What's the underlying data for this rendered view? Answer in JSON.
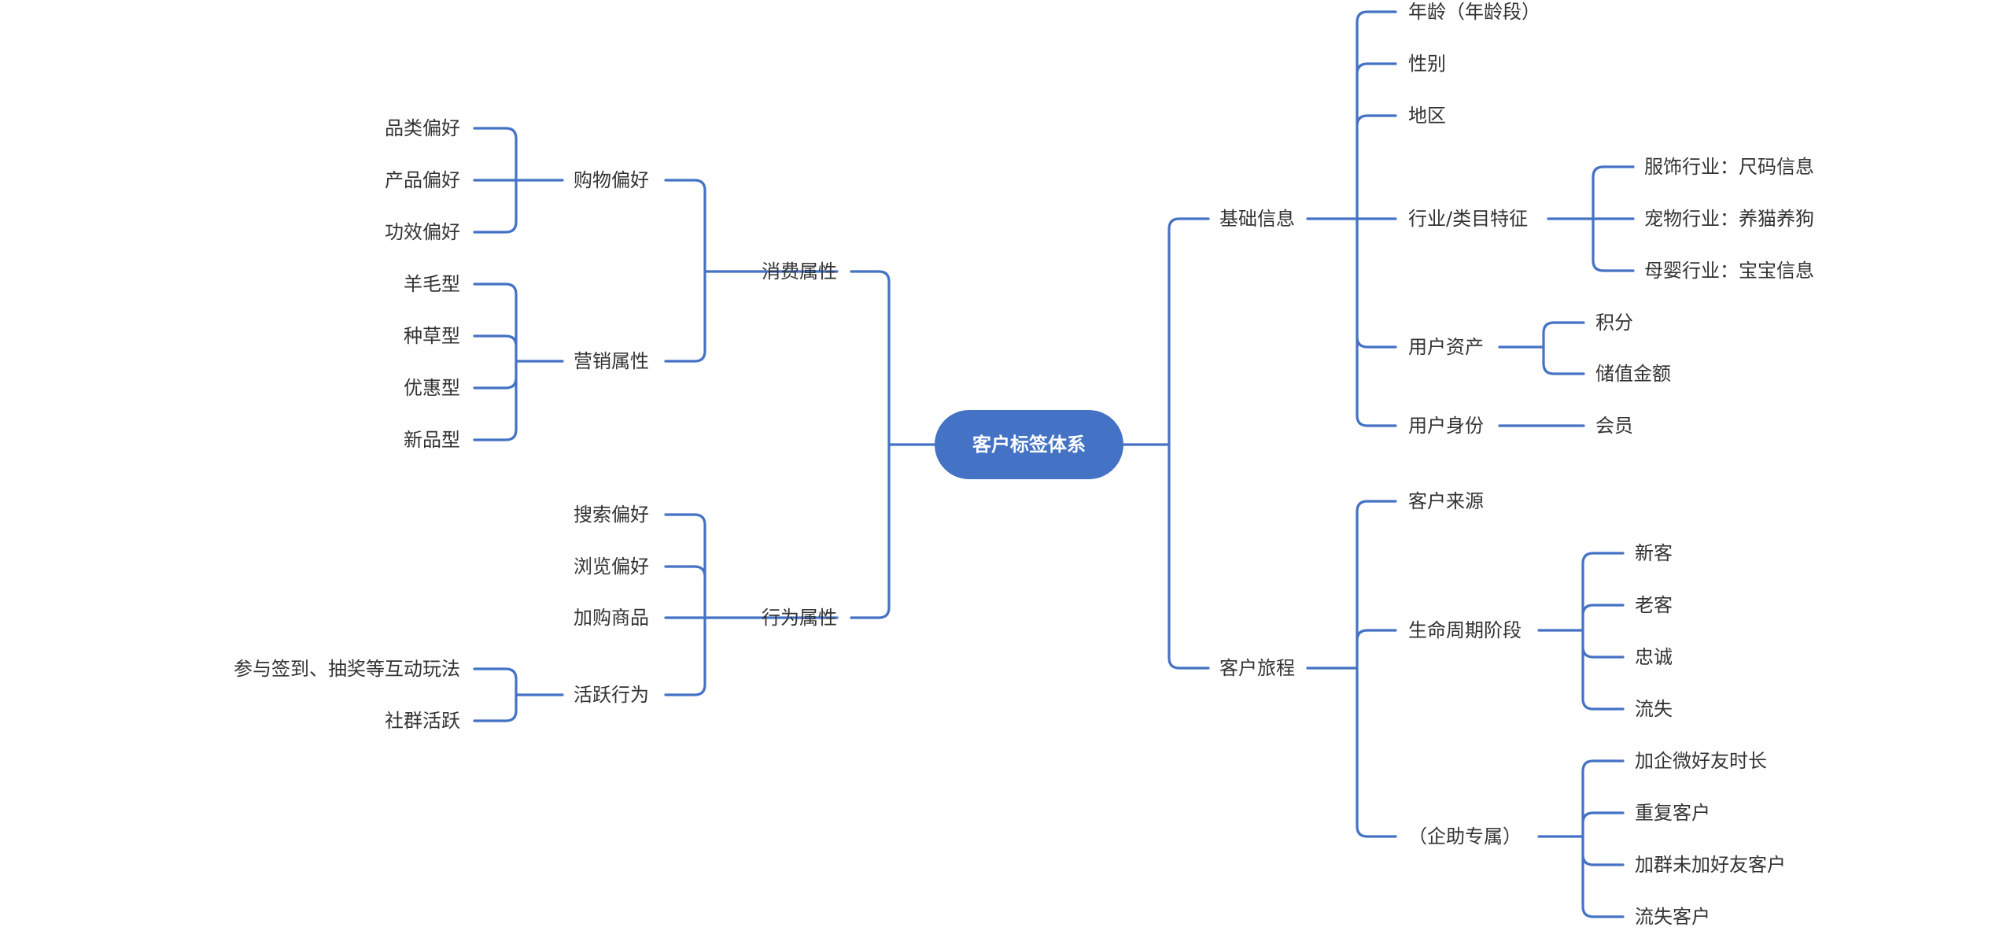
{
  "colors": {
    "line": "#4472C4",
    "root_fill": "#4472C4",
    "root_text": "#ffffff",
    "node_text": "#333333",
    "background": "#ffffff"
  },
  "mindmap": {
    "root": "客户标签体系",
    "left": {
      "consumption": {
        "label": "消费属性",
        "shopping": {
          "label": "购物偏好",
          "items": [
            "品类偏好",
            "产品偏好",
            "功效偏好"
          ]
        },
        "marketing": {
          "label": "营销属性",
          "items": [
            "羊毛型",
            "种草型",
            "优惠型",
            "新品型"
          ]
        }
      },
      "behavior": {
        "label": "行为属性",
        "search": "搜索偏好",
        "browse": "浏览偏好",
        "cart": "加购商品",
        "active": {
          "label": "活跃行为",
          "items": [
            "参与签到、抽奖等互动玩法",
            "社群活跃"
          ]
        }
      }
    },
    "right": {
      "basic": {
        "label": "基础信息",
        "age": "年龄（年龄段）",
        "gender": "性别",
        "region": "地区",
        "industry": {
          "label": "行业/类目特征",
          "items": [
            "服饰行业：尺码信息",
            "宠物行业：养猫养狗",
            "母婴行业：宝宝信息"
          ]
        },
        "assets": {
          "label": "用户资产",
          "items": [
            "积分",
            "储值金额"
          ]
        },
        "identity": {
          "label": "用户身份",
          "items": [
            "会员"
          ]
        }
      },
      "journey": {
        "label": "客户旅程",
        "source": "客户来源",
        "lifecycle": {
          "label": "生命周期阶段",
          "items": [
            "新客",
            "老客",
            "忠诚",
            "流失"
          ]
        },
        "wecom": {
          "label": "（企助专属）",
          "items": [
            "加企微好友时长",
            "重复客户",
            "加群未加好友客户",
            "流失客户"
          ]
        }
      }
    }
  }
}
